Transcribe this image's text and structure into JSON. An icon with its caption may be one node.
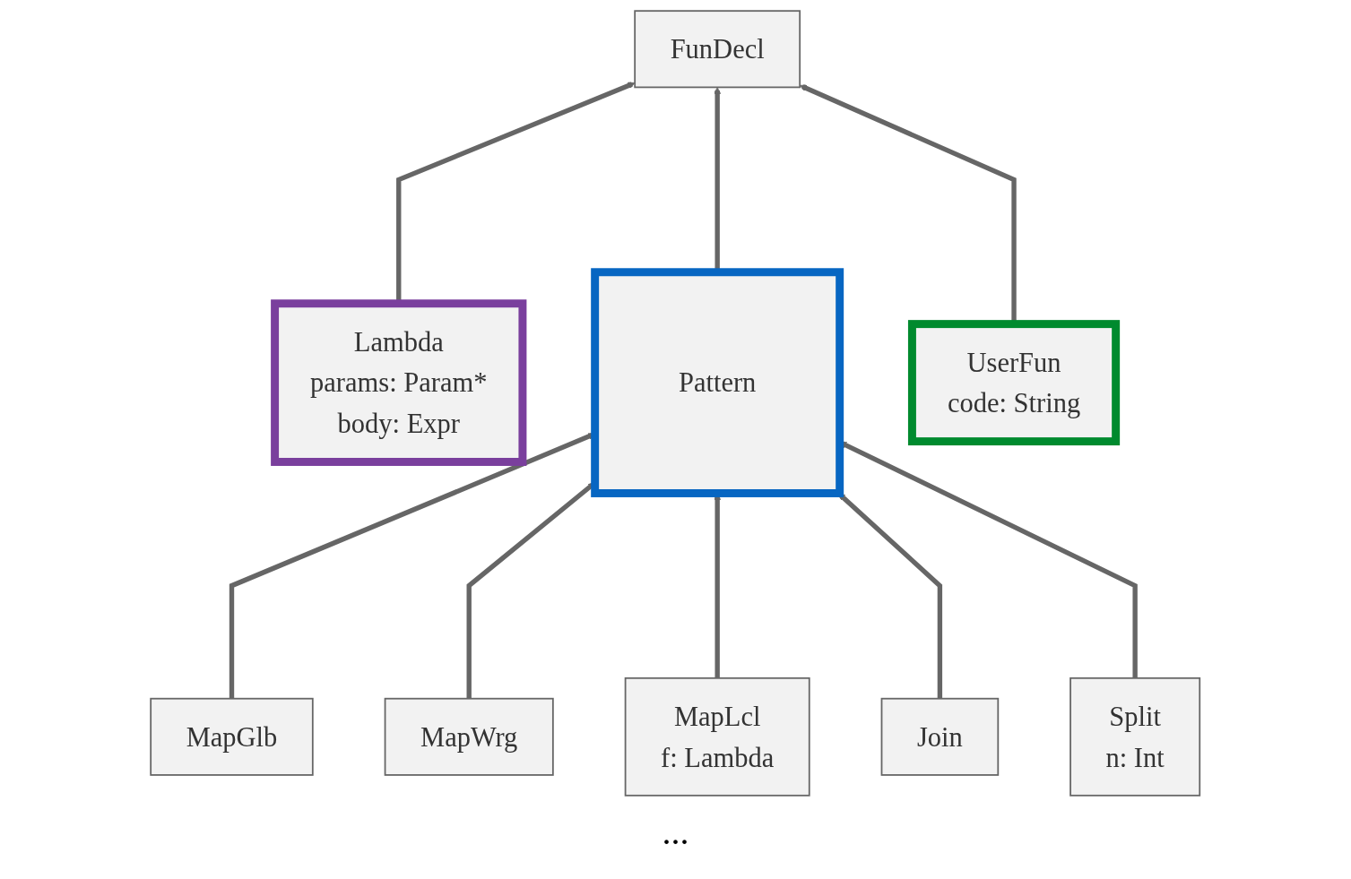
{
  "diagram": {
    "nodes": [
      {
        "text": [
          "FunDecl"
        ]
      },
      {
        "text": [
          "Lambda",
          "params: Param*",
          "body: Expr"
        ]
      },
      {
        "text": [
          "Pattern"
        ]
      },
      {
        "text": [
          "UserFun",
          "code: String"
        ]
      },
      {
        "text": [
          "MapGlb"
        ]
      },
      {
        "text": [
          "MapWrg"
        ]
      },
      {
        "text": [
          "MapLcl",
          "f: Lambda"
        ]
      },
      {
        "text": [
          "Join"
        ]
      },
      {
        "text": [
          "Split",
          "n: Int"
        ]
      }
    ],
    "edges": [
      {
        "from": 1,
        "to": 0,
        "arrow": "to"
      },
      {
        "from": 2,
        "to": 0,
        "arrow": "to"
      },
      {
        "from": 3,
        "to": 0,
        "arrow": "to"
      },
      {
        "from": 4,
        "to": 2,
        "arrow": "to"
      },
      {
        "from": 5,
        "to": 2,
        "arrow": "to"
      },
      {
        "from": 6,
        "to": 2,
        "arrow": "to"
      },
      {
        "from": 7,
        "to": 2,
        "arrow": "to"
      },
      {
        "from": 8,
        "to": 2,
        "arrow": "to"
      }
    ],
    "labels": [
      "..."
    ]
  }
}
